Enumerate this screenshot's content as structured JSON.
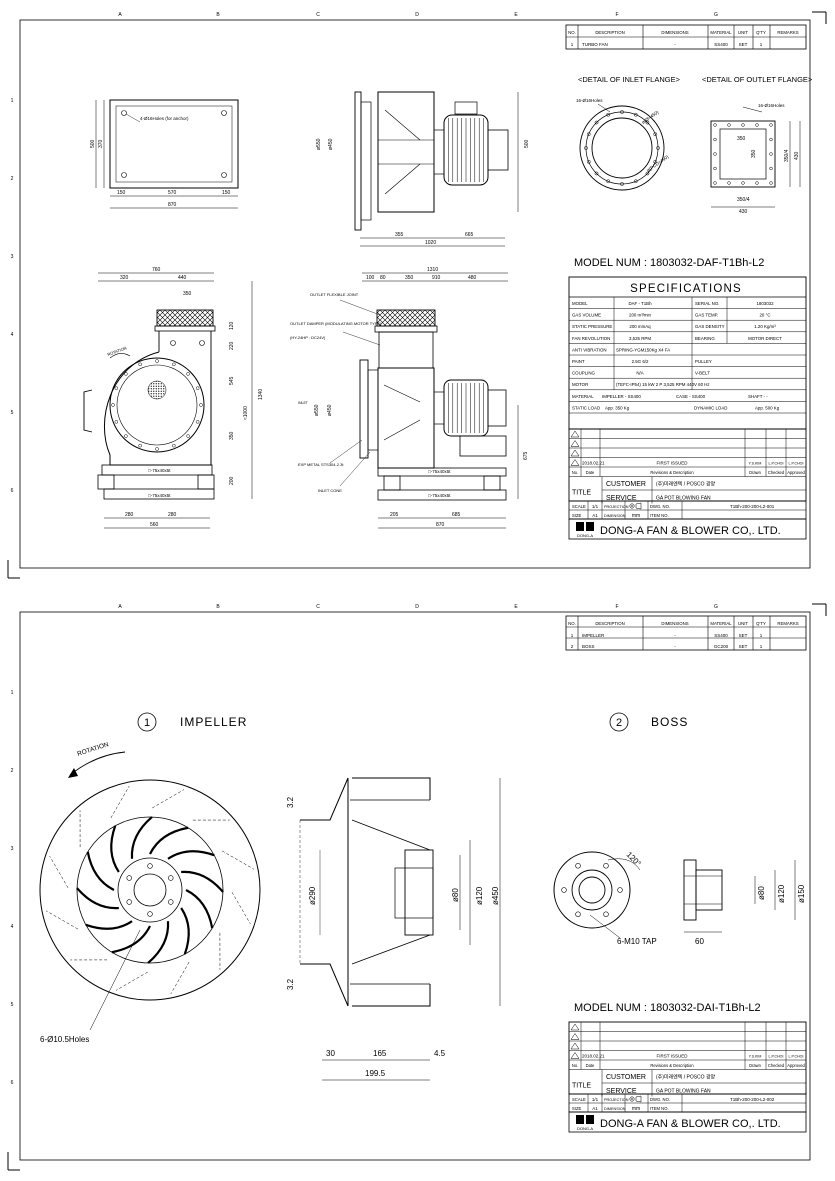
{
  "sheet1": {
    "parts_header": [
      "NO.",
      "DESCRIPTION",
      "DIMENSIONS",
      "MATERIAL",
      "UNIT",
      "Q'TY",
      "REMARKS"
    ],
    "parts": [
      [
        "1",
        "TURBO FAN",
        "-",
        "SS400",
        "SET",
        "1",
        ""
      ]
    ],
    "inlet_flange_title": "<DETAIL OF INLET FLANGE>",
    "outlet_flange_title": "<DETAIL OF OUTLET FLANGE>",
    "inlet_holes": "16-Ø16Holes",
    "outlet_holes": "16-Ø16Holes",
    "model": "MODEL NUM : 1803032-DAF-T1Bh-L2",
    "spec_title": "SPECIFICATIONS",
    "specs": [
      [
        "MODEL",
        "DAF - T1Bh",
        "SERIAL NO.",
        "1803032"
      ],
      [
        "GAS VOLUME",
        "200  m³/min",
        "GAS TEMP.",
        "20  °C"
      ],
      [
        "STATIC PRESSURE",
        "200  mmAq",
        "GAS DENSITY",
        "1.20  Kg/m³"
      ],
      [
        "FAN REVOLUTION",
        "3,525  RPM",
        "BEARING",
        "MOTOR DIRECT"
      ],
      [
        "ANTI VIBRATION",
        "SPRING-YGM150Kg X4 FA",
        "",
        ""
      ],
      [
        "PAINT",
        "2.5G 6/2",
        "PULLEY",
        ""
      ],
      [
        "COUPLING",
        "N/A",
        "V-BELT",
        ""
      ],
      [
        "MOTOR",
        "(TEFC-IP54)   15 kW   2 P   3,525 RPM   440V   60 Hz",
        "",
        ""
      ],
      [
        "MATERIAL",
        "IMPELLER - SS400",
        "CASE - SS400",
        "SHAFT - -"
      ],
      [
        "STATIC LOAD",
        "App.   350   Kg",
        "DYNAMIC LOAD",
        "App.   500   Kg"
      ]
    ],
    "rev_date": "2018.02.21",
    "rev_desc": "FIRST ISSUED",
    "rev_drawn": "Y.S.KIM",
    "rev_checked": "L.P.CHOI",
    "rev_approved": "L.P.CHOI",
    "rev_header": [
      "No.",
      "Date",
      "Revisions & Description",
      "Drawn",
      "Checked",
      "Approved"
    ],
    "customer_label": "CUSTOMER",
    "customer": "(주)미래엔텍 / POSCO 광양",
    "service_label": "SERVICE",
    "service": "GA POT BLOWING FAN",
    "title_label": "TITLE",
    "scale_label": "SCALE",
    "scale": "1/1",
    "size_label": "SIZE",
    "size": "A1",
    "projection_label": "PROJECTION",
    "dimension_label": "DIMENSION",
    "dimension": "mm",
    "dwg_label": "DWG. NO.",
    "dwg": "T1Bh-200-200-L2-001",
    "item_label": "ITEM NO.",
    "company": "DONG-A FAN & BLOWER CO,. LTD.",
    "logo_sub": "DONG-A",
    "notes": {
      "outlet_joint": "OUTLET FLEXIBLE JOINT",
      "damper": "OUTLET DAMPER (MODULATING MOTOR TYPE)",
      "damper2": "(HY-24HP : DC24V)",
      "exp_metal": "EXP METAL STS304-2.3t",
      "inlet_cone": "INLET CONE",
      "rotation": "ROTATION",
      "anchor": "4-Ø16Holes (for anchor)",
      "base1": "□-75x40x5t",
      "base2": "□-75x40x5t"
    },
    "dims": {
      "d870": "870",
      "d570": "570",
      "d150a": "150",
      "d150b": "150",
      "d500": "500",
      "d370": "370",
      "d355": "355",
      "d665": "665",
      "d1020": "1020",
      "d760": "760",
      "d320": "320",
      "d440": "440",
      "d350": "350",
      "d1310": "1310",
      "d910": "910",
      "d480": "480",
      "d100": "100",
      "d80": "80",
      "d280a": "280",
      "d280b": "280",
      "d560": "560",
      "d205": "205",
      "d685": "685",
      "d870b": "870",
      "d1340": "1340",
      "d1000": "≈1000",
      "d350v": "350",
      "d220": "220"
    }
  },
  "sheet2": {
    "parts_header": [
      "NO.",
      "DESCRIPTION",
      "DIMENSIONS",
      "MATERIAL",
      "UNIT",
      "Q'TY",
      "REMARKS"
    ],
    "parts": [
      [
        "1",
        "IMPELLER",
        "-",
        "SS400",
        "SET",
        "1",
        ""
      ],
      [
        "2",
        "BOSS",
        "-",
        "GC200",
        "SET",
        "1",
        ""
      ]
    ],
    "impeller_no": "1",
    "impeller": "IMPELLER",
    "boss_no": "2",
    "boss": "BOSS",
    "rotation": "ROTATION",
    "holes": "6-Ø10.5Holes",
    "tap": "6-M10 TAP",
    "angle": "120°",
    "dims": {
      "d32a": "3.2",
      "d32b": "3.2",
      "d290": "ø290",
      "d80": "ø80",
      "d120": "ø120",
      "d450": "ø450",
      "d30": "30",
      "d165": "165",
      "d45": "4.5",
      "d1995": "199.5",
      "b80": "ø80",
      "b120": "ø120",
      "b150": "ø150",
      "b60": "60"
    },
    "model": "MODEL NUM : 1803032-DAI-T1Bh-L2",
    "rev_date": "2018.02.21",
    "rev_desc": "FIRST ISSUED",
    "dwg": "T1Bh-200-200-L2-002"
  },
  "grid_letters": [
    "A",
    "B",
    "C",
    "D",
    "E",
    "F",
    "G"
  ],
  "grid_numbers": [
    "1",
    "2",
    "3",
    "4",
    "5",
    "6"
  ]
}
